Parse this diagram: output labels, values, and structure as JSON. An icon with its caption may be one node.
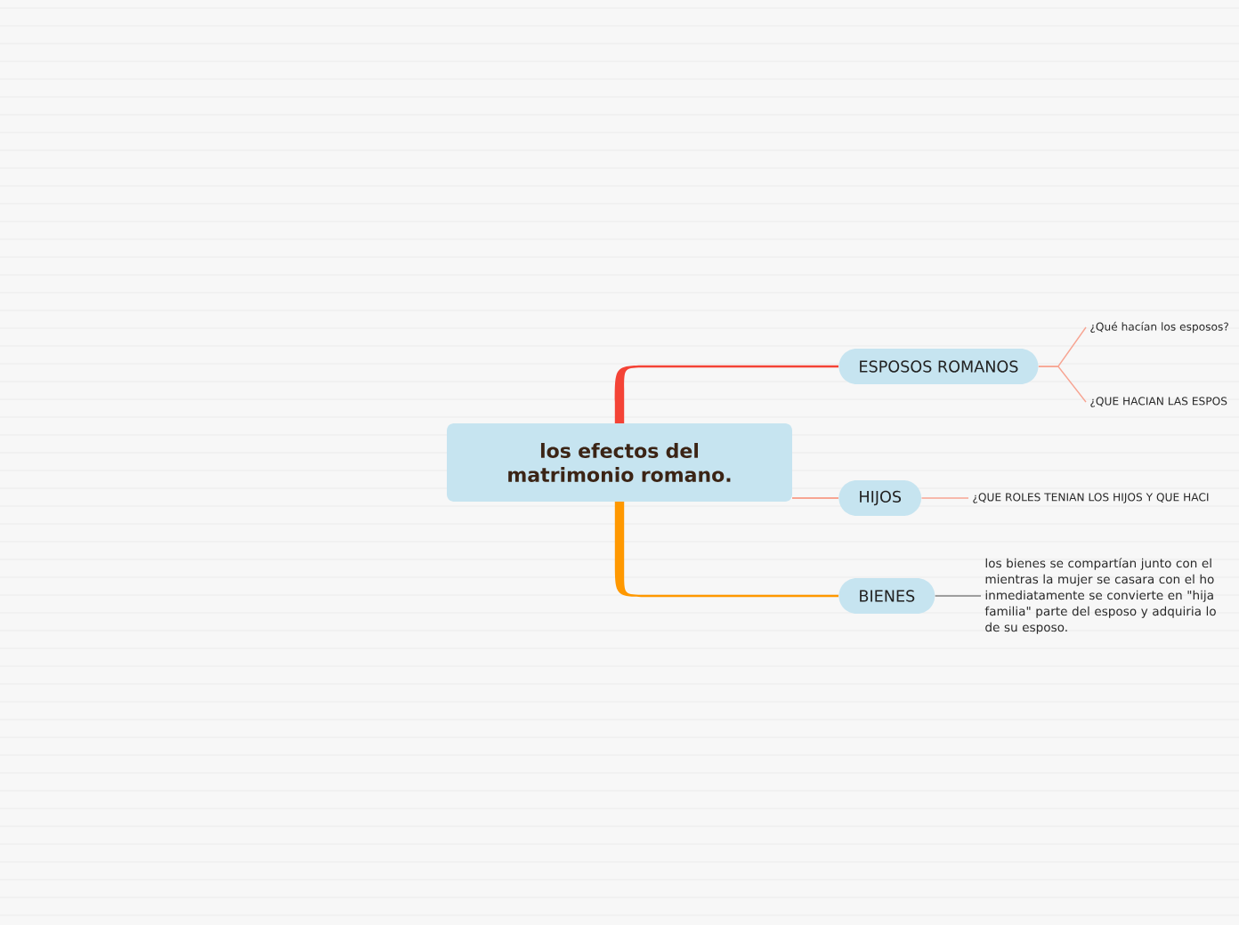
{
  "diagram": {
    "nodes": [
      {
        "text": [
          "los efectos del matrimonio romano."
        ]
      },
      {
        "text": [
          "ESPOSOS ROMANOS"
        ]
      },
      {
        "text": [
          "¿Qué hacían los esposos?"
        ]
      },
      {
        "text": [
          "¿QUE HACIAN LAS ESPOS"
        ]
      },
      {
        "text": [
          "HIJOS"
        ]
      },
      {
        "text": [
          "¿QUE ROLES TENIAN LOS HIJOS Y QUE HACI"
        ]
      },
      {
        "text": [
          "BIENES"
        ]
      },
      {
        "text": [
          "los bienes se compartían junto con el mientras la mujer se casara con el ho inmediatamente se convierte en \"hija familia\" parte del esposo y adquiria lo de su esposo."
        ]
      }
    ],
    "edges": [
      {
        "from": 0,
        "to": 1,
        "arrow": "none",
        "style": "thick",
        "color": "#f44336"
      },
      {
        "from": 1,
        "to": 2,
        "arrow": "none"
      },
      {
        "from": 1,
        "to": 3,
        "arrow": "none"
      },
      {
        "from": 0,
        "to": 4,
        "arrow": "none"
      },
      {
        "from": 4,
        "to": 5,
        "arrow": "none"
      },
      {
        "from": 0,
        "to": 6,
        "arrow": "none",
        "style": "thick",
        "color": "#ff9800"
      },
      {
        "from": 6,
        "to": 7,
        "arrow": "none",
        "color": "#808080"
      }
    ]
  }
}
